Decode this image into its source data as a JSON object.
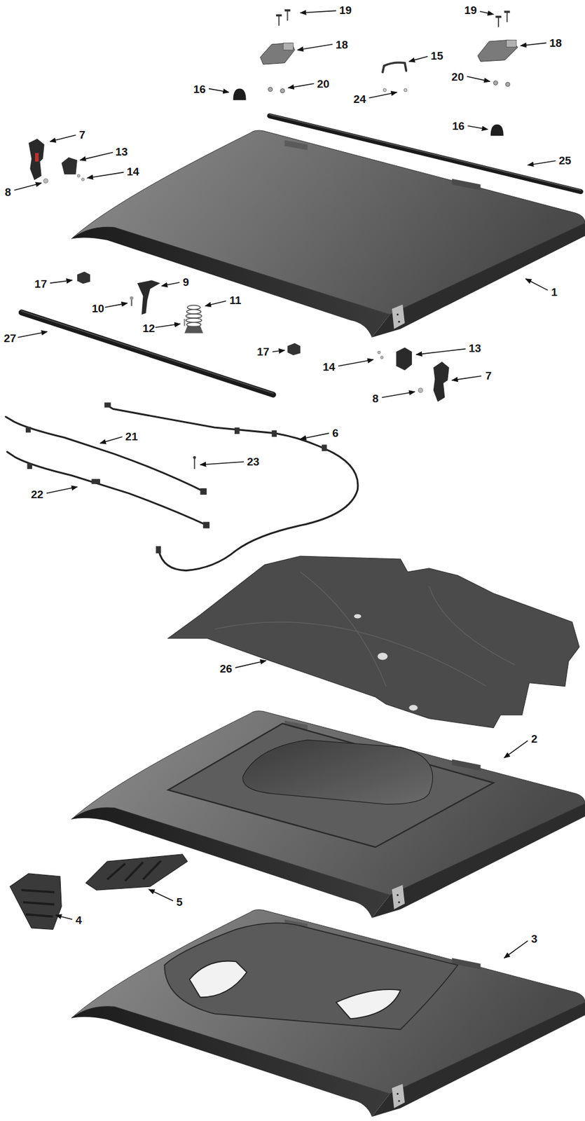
{
  "diagram": {
    "labels": [
      "19",
      "19",
      "18",
      "18",
      "15",
      "16",
      "20",
      "20",
      "24",
      "16",
      "7",
      "13",
      "14",
      "25",
      "8",
      "1",
      "17",
      "9",
      "10",
      "11",
      "12",
      "27",
      "17",
      "13",
      "14",
      "7",
      "8",
      "6",
      "21",
      "23",
      "22",
      "26",
      "2",
      "5",
      "4",
      "3"
    ]
  }
}
